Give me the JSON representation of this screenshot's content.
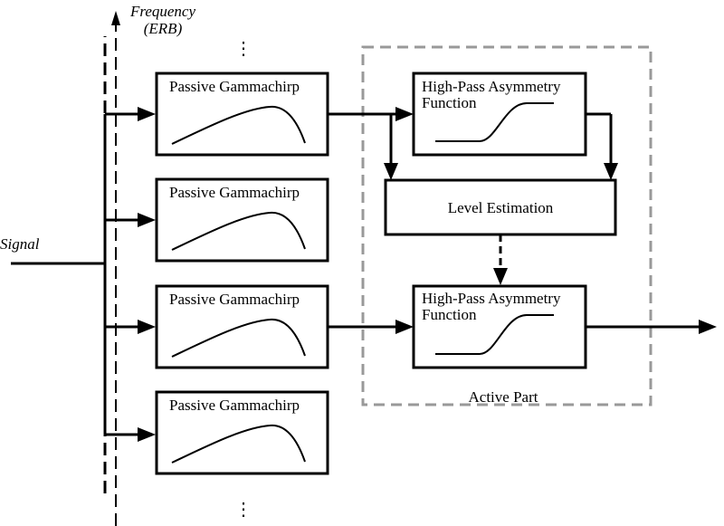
{
  "axis": {
    "label_line1": "Frequency",
    "label_line2": "(ERB)"
  },
  "input_label": "Signal",
  "ellipsis": "⋮",
  "passive_filters": [
    {
      "label": "Passive Gammachirp"
    },
    {
      "label": "Passive Gammachirp"
    },
    {
      "label": "Passive Gammachirp"
    },
    {
      "label": "Passive Gammachirp"
    }
  ],
  "active_part": {
    "label": "Active Part",
    "hp_top": {
      "line1": "High-Pass Asymmetry",
      "line2": "Function"
    },
    "level": {
      "label": "Level Estimation"
    },
    "hp_bottom": {
      "line1": "High-Pass Asymmetry",
      "line2": "Function"
    }
  }
}
